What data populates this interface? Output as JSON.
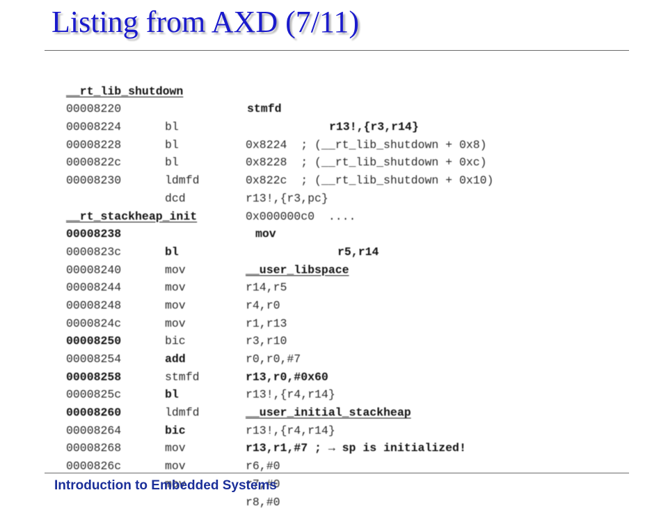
{
  "title": "Listing from AXD (7/11)",
  "footer": "Introduction to Embedded Systems",
  "block1": {
    "label": "__rt_lib_shutdown",
    "op": "stmfd",
    "args": "r13!,{r3,r14}",
    "rows": [
      {
        "addr": "00008220",
        "op": "bl",
        "args": "0x8224  ; (__rt_lib_shutdown + 0x8)"
      },
      {
        "addr": "00008224",
        "op": "bl",
        "args": "0x8228  ; (__rt_lib_shutdown + 0xc)"
      },
      {
        "addr": "00008228",
        "op": "bl",
        "args": "0x822c  ; (__rt_lib_shutdown + 0x10)"
      },
      {
        "addr": "0000822c",
        "op": "ldmfd",
        "args": "r13!,{r3,pc}"
      },
      {
        "addr": "00008230",
        "op": "dcd",
        "args": "0x000000c0  ...."
      }
    ]
  },
  "block2": {
    "label": "__rt_stackheap_init",
    "op": "mov",
    "args": "r5,r14",
    "rows": [
      {
        "addr": "00008238",
        "op": "bl",
        "args": "__user_libspace"
      },
      {
        "addr": "0000823c",
        "op": "mov",
        "args": "r14,r5"
      },
      {
        "addr": "00008240",
        "op": "mov",
        "args": "r4,r0"
      },
      {
        "addr": "00008244",
        "op": "mov",
        "args": "r1,r13"
      },
      {
        "addr": "00008248",
        "op": "mov",
        "args": "r3,r10"
      },
      {
        "addr": "0000824c",
        "op": "bic",
        "args": "r0,r0,#7"
      },
      {
        "addr": "00008250",
        "op": "add",
        "args": "r13,r0,#0x60"
      },
      {
        "addr": "00008254",
        "op": "stmfd",
        "args": "r13!,{r4,r14}"
      },
      {
        "addr": "00008258",
        "op": "bl",
        "args": "__user_initial_stackheap"
      },
      {
        "addr": "0000825c",
        "op": "ldmfd",
        "args": "r13!,{r4,r14}"
      },
      {
        "addr": "00008260",
        "op": "bic",
        "args": "r13,r1,#7 ; → sp is initialized!"
      },
      {
        "addr": "00008264",
        "op": "mov",
        "args": "r6,#0"
      },
      {
        "addr": "00008268",
        "op": "mov",
        "args": "r7,#0"
      },
      {
        "addr": "0000826c",
        "op": "mov",
        "args": "r8,#0"
      }
    ]
  }
}
